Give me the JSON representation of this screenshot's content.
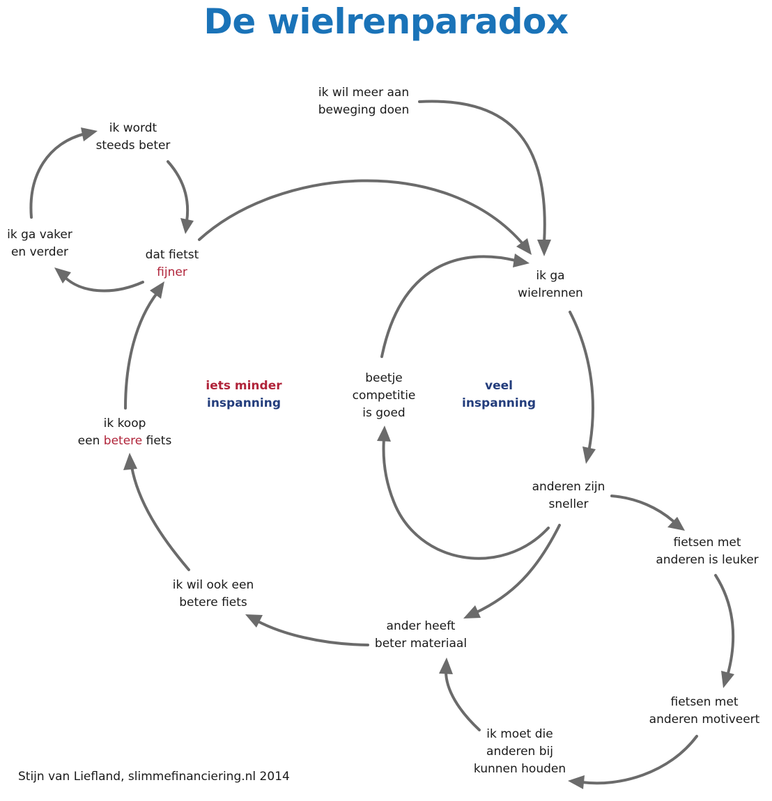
{
  "title": "De wielrenparadox",
  "colors": {
    "title": "#1a73b8",
    "arrow": "#6b6b6b",
    "highlight_red": "#b0243a",
    "highlight_blue": "#233d7c",
    "text": "#1a1a1a"
  },
  "nodes": {
    "meer_beweging": {
      "line1": "ik wil meer aan",
      "line2": "beweging doen"
    },
    "wordt_beter": {
      "line1": "ik wordt",
      "line2": "steeds beter"
    },
    "vaker_verder": {
      "line1": "ik ga vaker",
      "line2": "en verder"
    },
    "fietst_fijner": {
      "line1": "dat fietst",
      "line2": "fijner"
    },
    "ga_wielrennen": {
      "line1": "ik ga",
      "line2": "wielrennen"
    },
    "competitie": {
      "line1": "beetje",
      "line2": "competitie",
      "line3": "is goed"
    },
    "koop_fiets": {
      "line1": "ik koop",
      "line2_pre": "een ",
      "line2_highlight": "betere",
      "line2_post": " fiets"
    },
    "sneller": {
      "line1": "anderen zijn",
      "line2": "sneller"
    },
    "leuker": {
      "line1": "fietsen met",
      "line2": "anderen is leuker"
    },
    "ook_fiets": {
      "line1": "ik wil ook een",
      "line2": "betere fiets"
    },
    "materiaal": {
      "line1": "ander heeft",
      "line2": "beter materiaal"
    },
    "motiveert": {
      "line1": "fietsen met",
      "line2": "anderen motiveert"
    },
    "bijhouden": {
      "line1": "ik moet die",
      "line2": "anderen bij",
      "line3": "kunnen houden"
    }
  },
  "labels": {
    "minder_line1": "iets minder",
    "minder_line2": "inspanning",
    "veel_line1": "veel",
    "veel_line2": "inspanning"
  },
  "credit": "Stijn van Liefland, slimmefinanciering.nl 2014"
}
